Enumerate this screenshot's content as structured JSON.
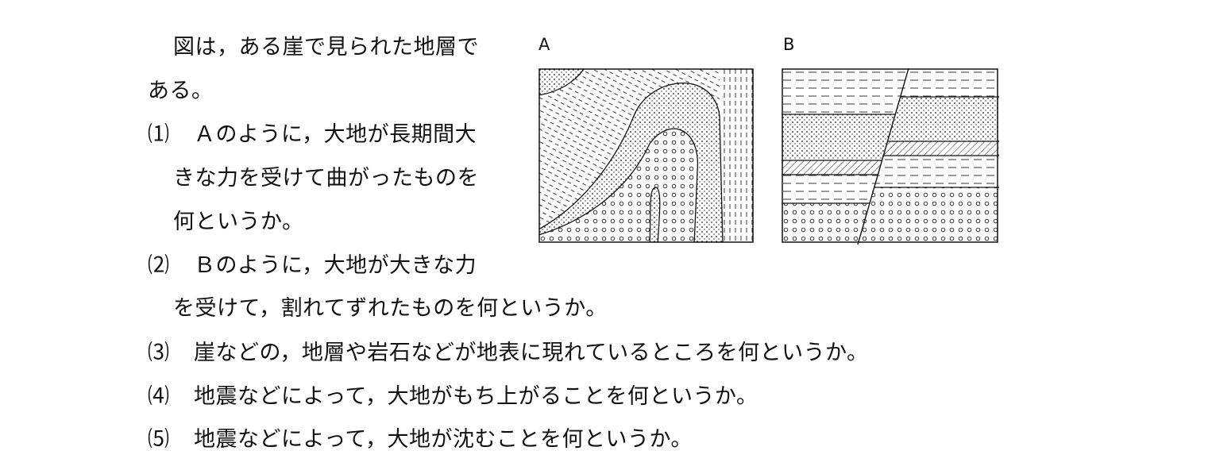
{
  "intro": {
    "line1": "図は，ある崖で見られた地層で",
    "line2": "ある。"
  },
  "questions": [
    {
      "num": "⑴",
      "lines": [
        "Ａのように，大地が長期間大",
        "きな力を受けて曲がったものを",
        "何というか。"
      ]
    },
    {
      "num": "⑵",
      "lines": [
        "Ｂのように，大地が大きな力",
        "を受けて，割れてずれたものを何というか。"
      ]
    },
    {
      "num": "⑶",
      "lines": [
        "崖などの，地層や岩石などが地表に現れているところを何というか。"
      ]
    },
    {
      "num": "⑷",
      "lines": [
        "地震などによって，大地がもち上がることを何というか。"
      ]
    },
    {
      "num": "⑸",
      "lines": [
        "地震などによって，大地が沈むことを何というか。"
      ]
    }
  ],
  "figures": {
    "a_label": "A",
    "b_label": "B"
  }
}
